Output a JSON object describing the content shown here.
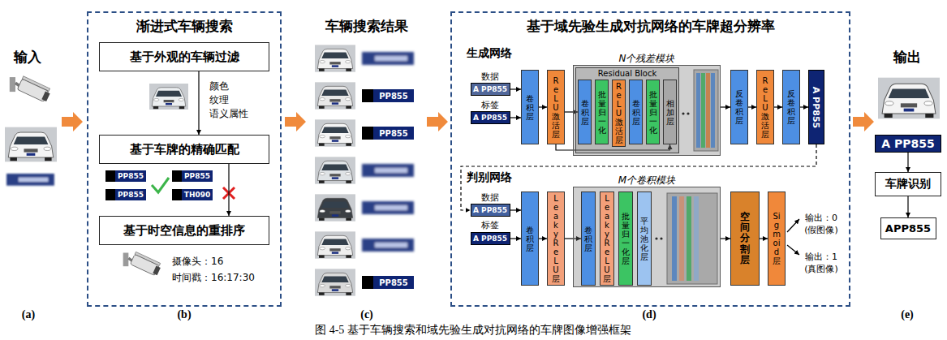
{
  "diagram": {
    "caption": "图 4-5 基于车辆搜索和域先验生成对抗网络的车牌图像增强框架",
    "nodes": [
      {
        "text": [
          "渐进式车辆搜索"
        ]
      },
      {
        "text": [
          "基于外观的车辆过滤"
        ],
        "in": 0
      },
      {
        "text": [
          "基于车牌的精确匹配"
        ],
        "in": 0
      },
      {
        "text": [
          "基于时空信息的重排序"
        ],
        "in": 0
      },
      {
        "text": [
          "基于域先验生成对抗网络的车牌超分辨率"
        ]
      },
      {
        "text": [
          "A PP855"
        ],
        "in": 4
      },
      {
        "text": [
          "A PP855"
        ],
        "in": 4
      },
      {
        "text": [
          "卷积层"
        ],
        "in": 4
      },
      {
        "text": [
          "ReLU激活层"
        ],
        "in": 4
      },
      {
        "text": [
          "N个残差模块"
        ],
        "in": 4
      },
      {
        "text": [
          "Residual Block"
        ],
        "in": 9
      },
      {
        "text": [
          "卷积层"
        ],
        "in": 10
      },
      {
        "text": [
          "批量归一化"
        ],
        "in": 10
      },
      {
        "text": [
          "ReLU激活层"
        ],
        "in": 10
      },
      {
        "text": [
          "卷积层"
        ],
        "in": 10
      },
      {
        "text": [
          "批量归一化"
        ],
        "in": 10
      },
      {
        "text": [
          "相加层"
        ],
        "in": 10
      },
      {
        "text": [
          "反卷积层"
        ],
        "in": 4
      },
      {
        "text": [
          "ReLU激活层"
        ],
        "in": 4
      },
      {
        "text": [
          "反卷积层"
        ],
        "in": 4
      },
      {
        "text": [
          "A PP855"
        ],
        "in": 4
      },
      {
        "text": [
          "A PP855"
        ],
        "in": 4
      },
      {
        "text": [
          "A PP855"
        ],
        "in": 4
      },
      {
        "text": [
          "卷积层"
        ],
        "in": 4
      },
      {
        "text": [
          "LeakyReLU层"
        ],
        "in": 4
      },
      {
        "text": [
          "M个卷积模块"
        ],
        "in": 4
      },
      {
        "text": [
          "卷积层"
        ],
        "in": 25
      },
      {
        "text": [
          "LeakyReLU层"
        ],
        "in": 25
      },
      {
        "text": [
          "批量归一化层"
        ],
        "in": 25
      },
      {
        "text": [
          "平均池化层"
        ],
        "in": 25
      },
      {
        "text": [
          "空间分割层"
        ],
        "in": 4
      },
      {
        "text": [
          "Sigmoid层"
        ],
        "in": 4
      },
      {
        "text": [
          "A PP855"
        ]
      },
      {
        "text": [
          "车牌识别"
        ]
      },
      {
        "text": [
          "APP855"
        ]
      }
    ],
    "edges": [
      {
        "from": 1,
        "to": 2,
        "arrow": "to"
      },
      {
        "from": 2,
        "to": 3,
        "arrow": "to"
      },
      {
        "from": 5,
        "to": 7,
        "arrow": "to"
      },
      {
        "from": 6,
        "to": 7,
        "arrow": "to"
      },
      {
        "from": 7,
        "to": 8,
        "arrow": "to"
      },
      {
        "from": 8,
        "to": 11,
        "arrow": "to"
      },
      {
        "from": 8,
        "to": 16,
        "arrow": "to"
      },
      {
        "from": 9,
        "to": 17,
        "arrow": "to"
      },
      {
        "from": 17,
        "to": 18,
        "arrow": "to"
      },
      {
        "from": 18,
        "to": 19,
        "arrow": "to"
      },
      {
        "from": 19,
        "to": 20,
        "arrow": "to"
      },
      {
        "from": 20,
        "to": 21,
        "arrow": "to"
      },
      {
        "from": 21,
        "to": 23,
        "arrow": "to"
      },
      {
        "from": 22,
        "to": 23,
        "arrow": "to"
      },
      {
        "from": 23,
        "to": 24,
        "arrow": "to"
      },
      {
        "from": 24,
        "to": 26,
        "arrow": "to"
      },
      {
        "from": 25,
        "to": 30,
        "arrow": "to"
      },
      {
        "from": 30,
        "to": 31,
        "arrow": "to"
      },
      {
        "from": 32,
        "to": 33,
        "arrow": "to"
      },
      {
        "from": 33,
        "to": 34,
        "arrow": "to"
      }
    ],
    "labels": [
      "输入",
      "颜色",
      "纹理",
      "语义属性",
      "PP855",
      "PP855",
      "PP855",
      "TH090",
      "摄像头：16",
      "时间戳：16:17:30",
      "车辆搜索结果",
      "PP855",
      "PP855",
      "PP855",
      "生成网络",
      "数据",
      "标签",
      "判别网络",
      "数据",
      "标签",
      "输出：0",
      "(假图像)",
      "输出：1",
      "(真图像)",
      "输出",
      "(a)",
      "(b)",
      "(c)",
      "(d)",
      "(e)"
    ]
  }
}
